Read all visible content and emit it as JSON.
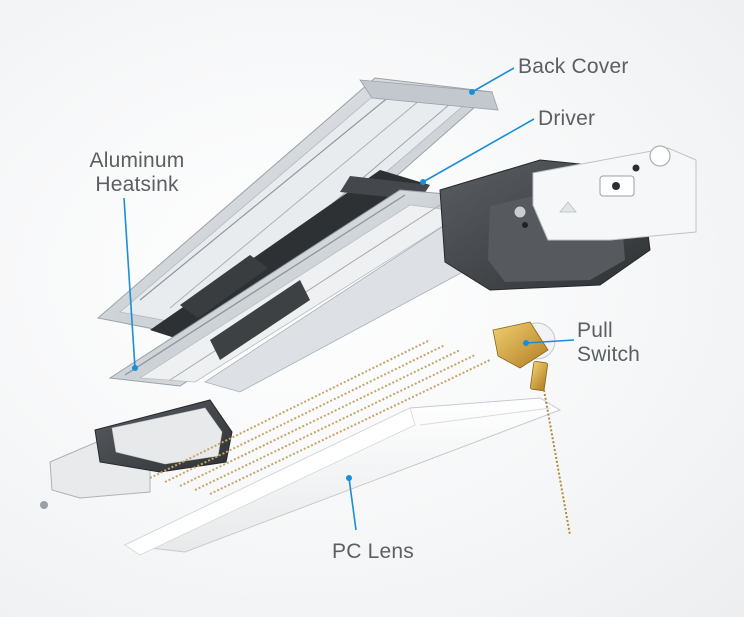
{
  "labels": {
    "back_cover": "Back Cover",
    "driver": "Driver",
    "aluminum_heatsink": "Aluminum\nHeatsink",
    "pull_switch": "Pull\nSwitch",
    "pc_lens": "PC Lens"
  },
  "colors": {
    "callout_line": "#1a8fd6",
    "label_text": "#5b5f63",
    "aluminum": "#d7dbdf",
    "dark_plastic": "#3e4144",
    "brass": "#d6a23a",
    "lens": "#fbfbfb",
    "led_strip": "#c9a46a"
  }
}
